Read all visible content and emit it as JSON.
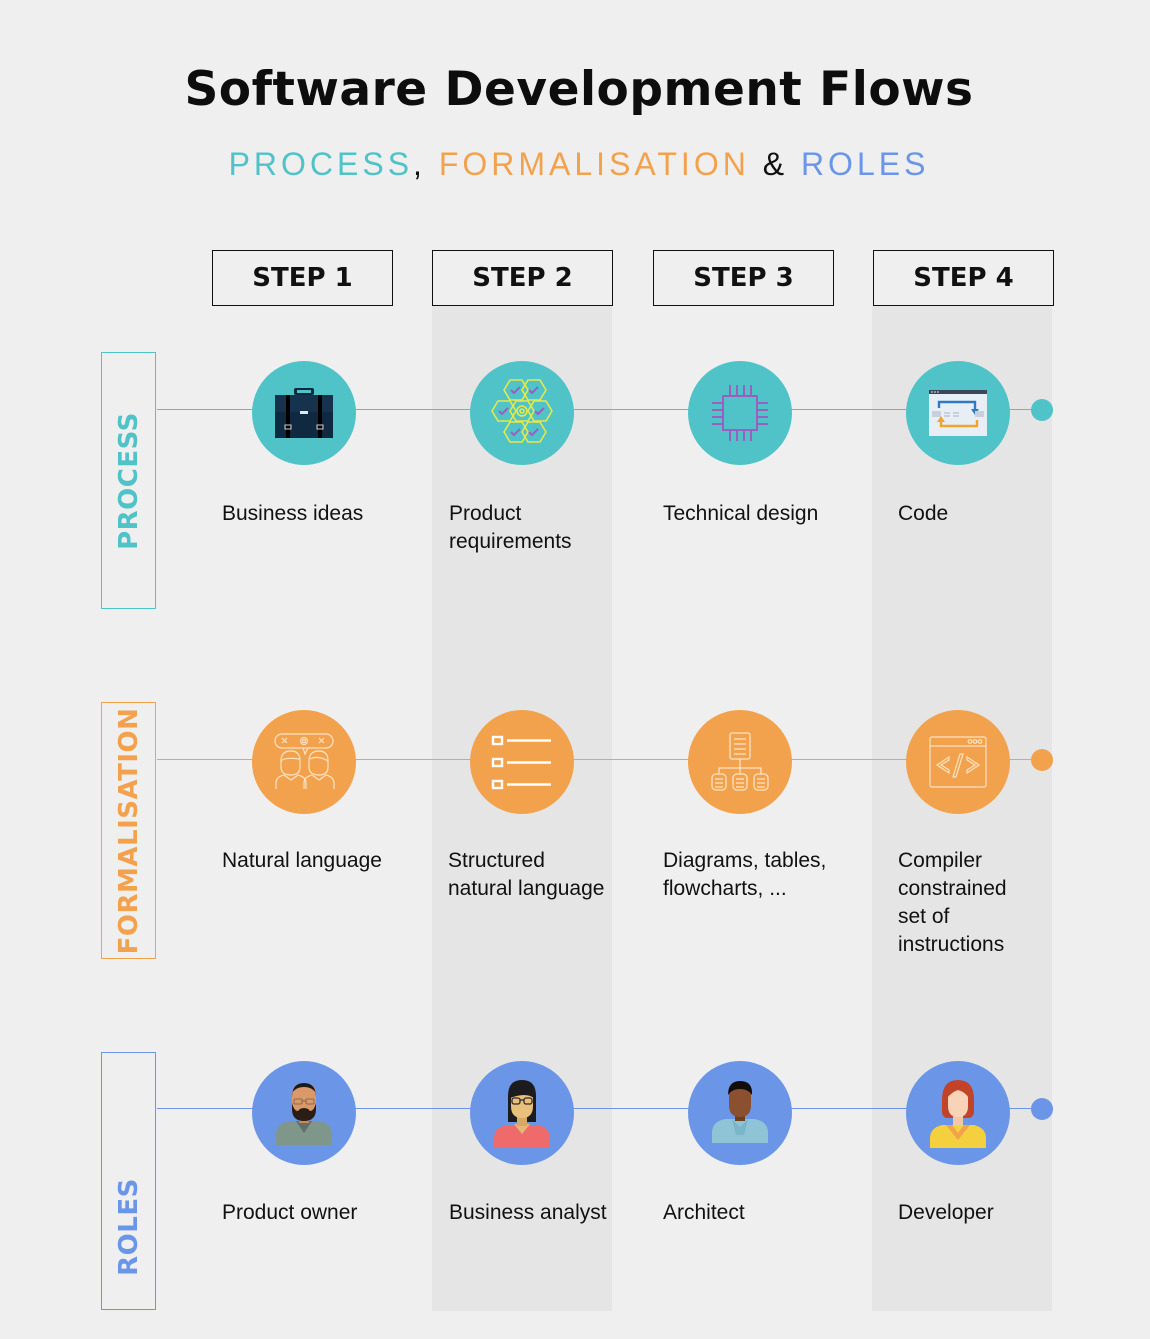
{
  "header": {
    "title": "Software Development Flows",
    "subtitle": {
      "part1": "PROCESS",
      "sep1": ", ",
      "part2": "FORMALISATION",
      "sep2": " & ",
      "part3": "ROLES"
    }
  },
  "colors": {
    "background": "#efefef",
    "band": "#e5e5e5",
    "process": "#4fc3c7",
    "formalisation": "#f2a24d",
    "roles": "#6b96e8"
  },
  "steps": [
    {
      "label": "STEP 1"
    },
    {
      "label": "STEP 2"
    },
    {
      "label": "STEP 3"
    },
    {
      "label": "STEP 4"
    }
  ],
  "rows": {
    "process": {
      "label": "PROCESS",
      "items": [
        {
          "caption": "Business ideas",
          "icon": "briefcase-icon"
        },
        {
          "caption": "Product\nrequirements",
          "icon": "hexagon-checklist-icon"
        },
        {
          "caption": "Technical design",
          "icon": "chip-icon"
        },
        {
          "caption": "Code",
          "icon": "code-window-icon"
        }
      ]
    },
    "formalisation": {
      "label": "FORMALISATION",
      "items": [
        {
          "caption": "Natural language",
          "icon": "conversation-icon"
        },
        {
          "caption": "Structured\nnatural language",
          "icon": "checklist-icon"
        },
        {
          "caption": "Diagrams, tables,\nflowcharts, ...",
          "icon": "hierarchy-diagram-icon"
        },
        {
          "caption": "Compiler\nconstrained\nset of\ninstructions",
          "icon": "code-tag-window-icon"
        }
      ]
    },
    "roles": {
      "label": "ROLES",
      "items": [
        {
          "caption": "Product owner",
          "icon": "bearded-man-avatar-icon"
        },
        {
          "caption": "Business analyst",
          "icon": "woman-glasses-avatar-icon"
        },
        {
          "caption": "Architect",
          "icon": "man-avatar-icon"
        },
        {
          "caption": "Developer",
          "icon": "redhead-woman-avatar-icon"
        }
      ]
    }
  }
}
